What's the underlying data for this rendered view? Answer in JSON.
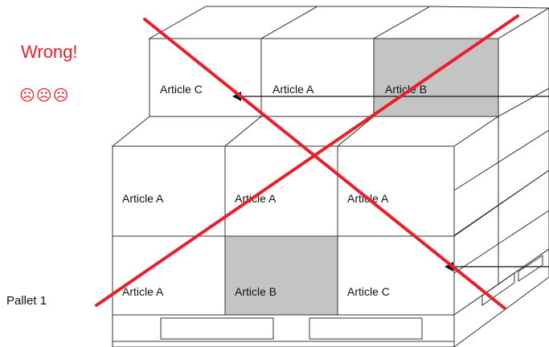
{
  "status": {
    "label": "Wrong!",
    "faces": "☹☹☹"
  },
  "pallet_label": "Pallet  1",
  "colors": {
    "accent": "#e8202a",
    "highlight": "#c4c4c4",
    "line": "#333333"
  },
  "top_layer": [
    {
      "label": "Article C",
      "shaded": false
    },
    {
      "label": "Article A",
      "shaded": false
    },
    {
      "label": "Article B",
      "shaded": true
    }
  ],
  "middle_layer": [
    {
      "label": "Article A",
      "shaded": false
    },
    {
      "label": "Article A",
      "shaded": false
    },
    {
      "label": "Article A",
      "shaded": false
    }
  ],
  "bottom_layer": [
    {
      "label": "Article A",
      "shaded": false
    },
    {
      "label": "Article B",
      "shaded": true
    },
    {
      "label": "Article C",
      "shaded": false
    }
  ]
}
